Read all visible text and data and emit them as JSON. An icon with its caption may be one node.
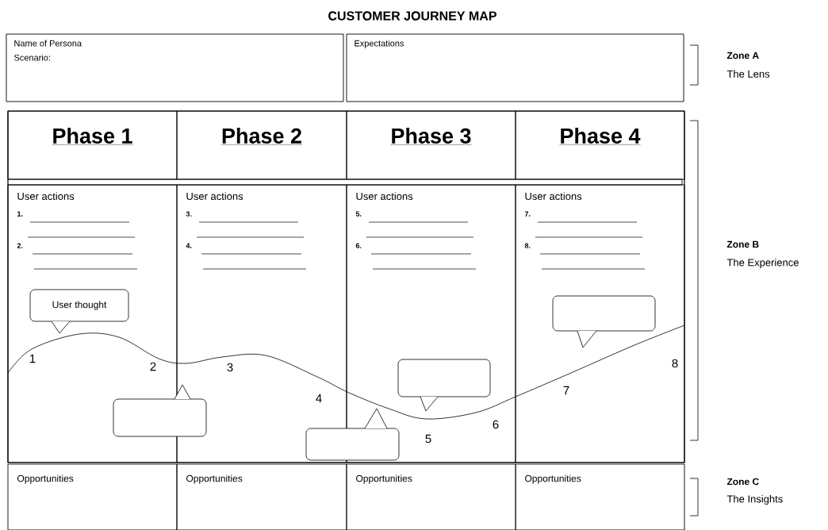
{
  "diagram": {
    "title": "CUSTOMER JOURNEY MAP",
    "nodes": [
      {
        "text": [
          "Name of Persona",
          "Scenario:"
        ]
      },
      {
        "text": [
          "Expectations"
        ]
      },
      {
        "text": [
          "Phase 1"
        ]
      },
      {
        "text": [
          "Phase 2"
        ]
      },
      {
        "text": [
          "Phase 3"
        ]
      },
      {
        "text": [
          "Phase 4"
        ]
      },
      {
        "text": [
          "User actions",
          "1.",
          "2."
        ]
      },
      {
        "text": [
          "User actions",
          "3.",
          "4."
        ]
      },
      {
        "text": [
          "User actions",
          "5.",
          "6."
        ]
      },
      {
        "text": [
          "User actions",
          "7.",
          "8."
        ]
      },
      {
        "text": [
          "User thought"
        ],
        "in": 6
      },
      {
        "text": [],
        "shape": "bubble"
      },
      {
        "text": [],
        "shape": "bubble"
      },
      {
        "text": [],
        "shape": "bubble",
        "in": 8
      },
      {
        "text": [],
        "shape": "bubble",
        "in": 9
      },
      {
        "text": [
          "Opportunities"
        ]
      },
      {
        "text": [
          "Opportunities"
        ]
      },
      {
        "text": [
          "Opportunities"
        ]
      },
      {
        "text": [
          "Opportunities"
        ]
      }
    ],
    "labels": [
      "Zone A",
      "The Lens",
      "Zone B",
      "The Experience",
      "1",
      "2",
      "3",
      "4",
      "5",
      "6",
      "7",
      "8",
      "Zone C",
      "The Insights"
    ]
  }
}
